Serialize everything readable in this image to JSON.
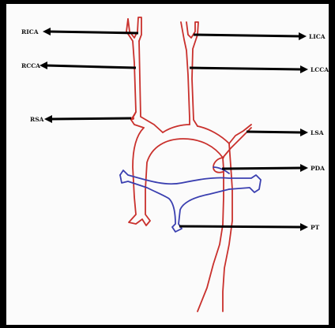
{
  "diagram": {
    "labels": {
      "rica": "RICA",
      "rcca": "RCCA",
      "rsa": "RSA",
      "lica": "LICA",
      "lcca": "LCCA",
      "lsa": "LSA",
      "pda": "PDA",
      "pt": "PT"
    },
    "colors": {
      "artery": "#c9302c",
      "vein": "#3a3fb0",
      "arrows": "#000000",
      "frame": "#000000"
    }
  }
}
